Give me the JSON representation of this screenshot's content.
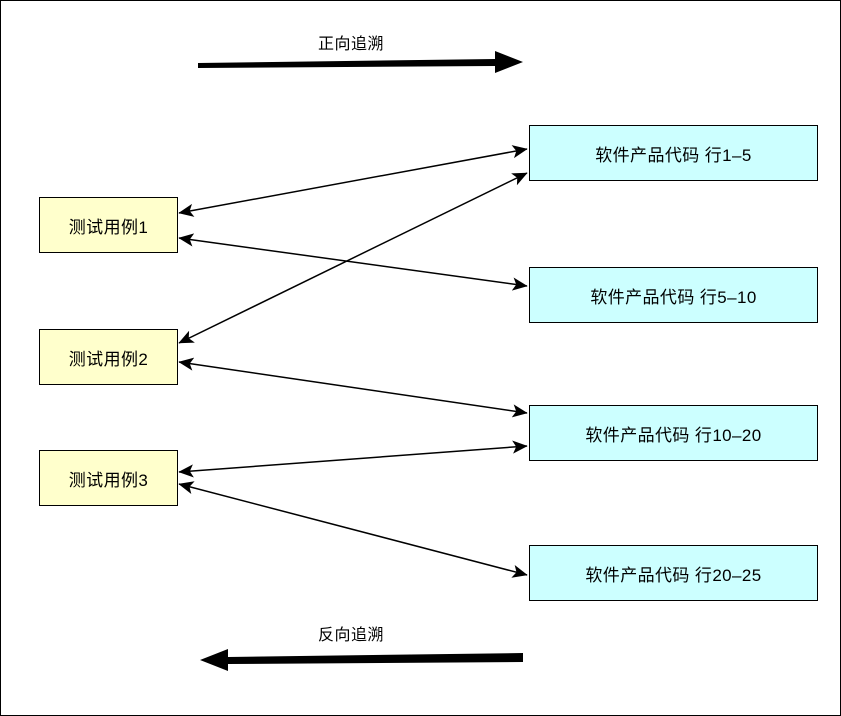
{
  "diagram": {
    "title_forward": "正向追溯",
    "title_backward": "反向追溯",
    "colors": {
      "test_case_fill": "#ffffcc",
      "code_fill": "#ccffff",
      "stroke": "#000000",
      "background": "#ffffff"
    },
    "test_cases": [
      {
        "label": "测试用例1"
      },
      {
        "label": "测试用例2"
      },
      {
        "label": "测试用例3"
      }
    ],
    "code_blocks": [
      {
        "label": "软件产品代码 行1–5"
      },
      {
        "label": "软件产品代码 行5–10"
      },
      {
        "label": "软件产品代码 行10–20"
      },
      {
        "label": "软件产品代码 行20–25"
      }
    ],
    "links": [
      {
        "from": "测试用例1",
        "to": "软件产品代码 行1–5"
      },
      {
        "from": "测试用例1",
        "to": "软件产品代码 行5–10"
      },
      {
        "from": "测试用例2",
        "to": "软件产品代码 行1–5"
      },
      {
        "from": "测试用例2",
        "to": "软件产品代码 行10–20"
      },
      {
        "from": "测试用例3",
        "to": "软件产品代码 行10–20"
      },
      {
        "from": "测试用例3",
        "to": "软件产品代码 行20–25"
      }
    ]
  }
}
